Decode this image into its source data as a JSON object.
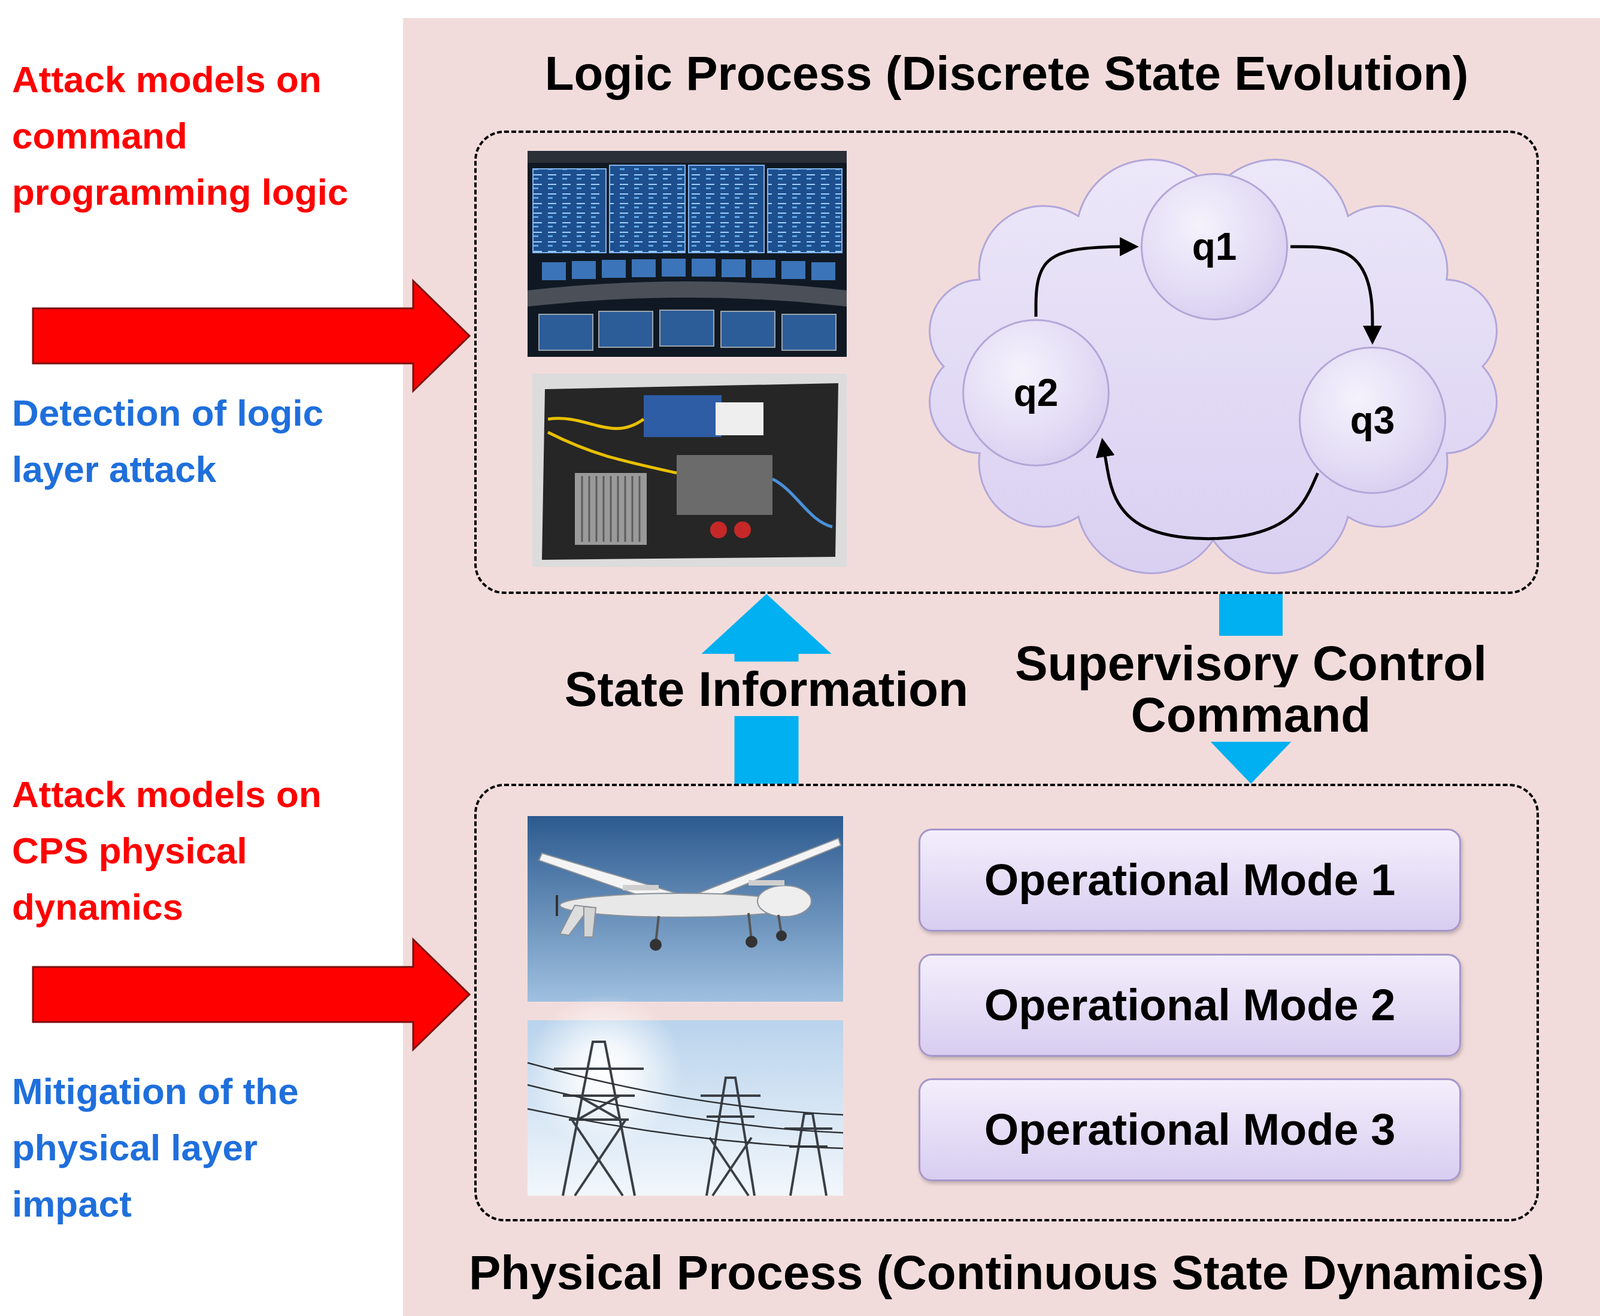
{
  "diagram": {
    "nodes": [
      {
        "text": [
          "Logic Process (Discrete State Evolution)"
        ]
      },
      {
        "text": [
          "q1"
        ],
        "in": 0
      },
      {
        "text": [
          "q2"
        ],
        "in": 0
      },
      {
        "text": [
          "q3"
        ],
        "in": 0
      },
      {
        "text": [
          "Physical Process (Continuous State Dynamics)"
        ]
      },
      {
        "text": [
          "Operational Mode 1"
        ],
        "in": 4
      },
      {
        "text": [
          "Operational Mode 2"
        ],
        "in": 4
      },
      {
        "text": [
          "Operational Mode 3"
        ],
        "in": 4
      }
    ],
    "edges": [
      {
        "from": 2,
        "to": 1,
        "arrow": "to"
      },
      {
        "from": 1,
        "to": 3,
        "arrow": "to"
      },
      {
        "from": 3,
        "to": 2,
        "arrow": "to"
      },
      {
        "from": 4,
        "to": 0,
        "arrow": "to",
        "label": "State Information"
      },
      {
        "from": 0,
        "to": 4,
        "arrow": "to",
        "label": "Supervisory Control Command"
      }
    ],
    "labels": [
      "Attack models on command programming logic",
      "Detection of logic layer attack",
      "Attack models on CPS physical dynamics",
      "Mitigation of the physical layer impact"
    ]
  }
}
